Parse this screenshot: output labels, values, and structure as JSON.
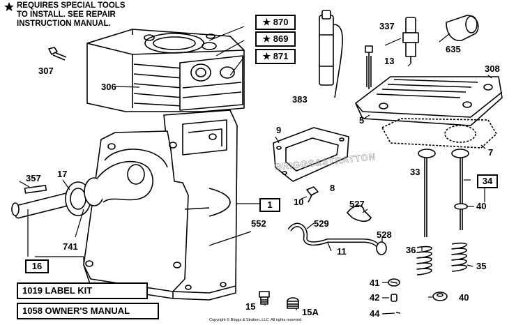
{
  "note": {
    "lines": [
      "REQUIRES SPECIAL TOOLS",
      "TO INSTALL.  SEE REPAIR",
      "INSTRUCTION MANUAL."
    ]
  },
  "watermark": "BRIGGS&STRATTON",
  "starred_parts": [
    "870",
    "869",
    "871"
  ],
  "boxed_parts": [
    "34",
    "1",
    "16"
  ],
  "parts": {
    "p307": "307",
    "p306": "306",
    "p383": "383",
    "p337": "337",
    "p13": "13",
    "p635": "635",
    "p308": "308",
    "p5": "5",
    "p9": "9",
    "p7": "7",
    "p357": "357",
    "p17": "17",
    "p8": "8",
    "p10": "10",
    "p527": "527",
    "p33": "33",
    "p40a": "40",
    "p529": "529",
    "p552": "552",
    "p528": "528",
    "p741": "741",
    "p11": "11",
    "p36": "36",
    "p35": "35",
    "p41": "41",
    "p42": "42",
    "p40b": "40",
    "p15": "15",
    "p15a": "15A",
    "p44": "44"
  },
  "kits": {
    "label_kit": "1019 LABEL KIT",
    "owners_manual": "1058 OWNER'S MANUAL"
  },
  "copyright": "Copyright © Briggs & Stratton, LLC. All rights reserved."
}
